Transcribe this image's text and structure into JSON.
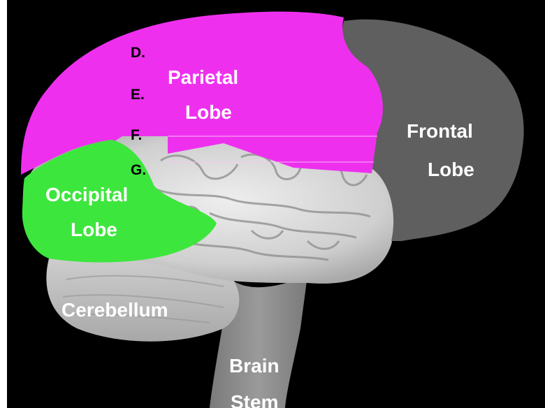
{
  "colors": {
    "background": "#000000",
    "parietal": "#ee30ee",
    "frontal": "#5f5f5f",
    "occipital": "#3de63d",
    "brain_gray": "#c9c9c9",
    "cerebellum": "#bdbdbd",
    "brain_stem": "#8f8f8f",
    "label_white": "#ffffff",
    "label_black": "#000000"
  },
  "labels": {
    "parietal_line1": "Parietal",
    "parietal_line2": "Lobe",
    "frontal_line1": "Frontal",
    "frontal_line2": "Lobe",
    "occipital_line1": "Occipital",
    "occipital_line2": "Lobe",
    "cerebellum": "Cerebellum",
    "brain_stem_line1": "Brain",
    "brain_stem_line2": "Stem"
  },
  "blanks": {
    "d": "D.",
    "e": "E.",
    "f": "F.",
    "g": "G."
  }
}
